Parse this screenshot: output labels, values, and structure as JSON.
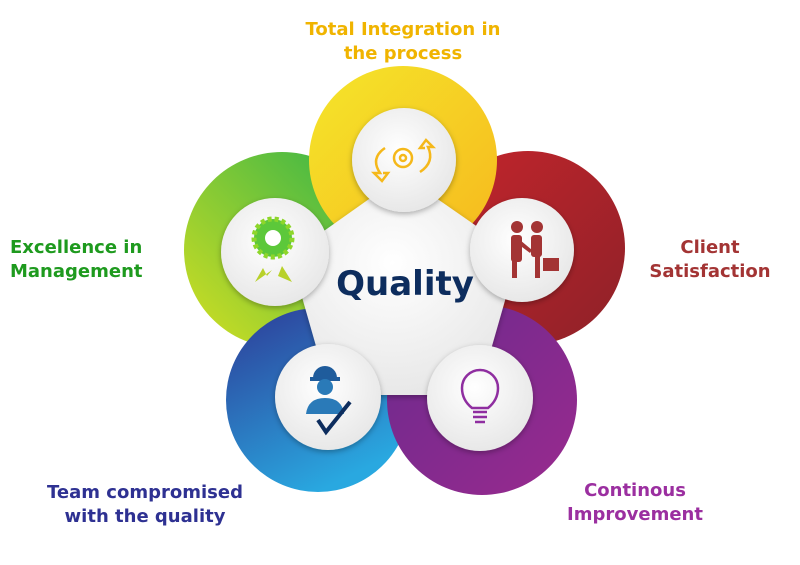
{
  "center": {
    "title": "Quality"
  },
  "segments": [
    {
      "id": "integration",
      "lines": [
        "Total Integration in",
        "the process"
      ],
      "color": "#f0b400",
      "icon": "cycle-gear-icon"
    },
    {
      "id": "client",
      "lines": [
        "Client",
        "Satisfaction"
      ],
      "color": "#a33434",
      "icon": "handshake-icon"
    },
    {
      "id": "improvement",
      "lines": [
        "Continous",
        "Improvement"
      ],
      "color": "#9b2fa0",
      "icon": "lightbulb-icon"
    },
    {
      "id": "team",
      "lines": [
        "Team compromised",
        "with the quality"
      ],
      "color": "#2e3192",
      "icon": "worker-check-icon"
    },
    {
      "id": "excellence",
      "lines": [
        "Excellence in",
        "Management"
      ],
      "color": "#1e9a1e",
      "icon": "award-badge-icon"
    }
  ]
}
